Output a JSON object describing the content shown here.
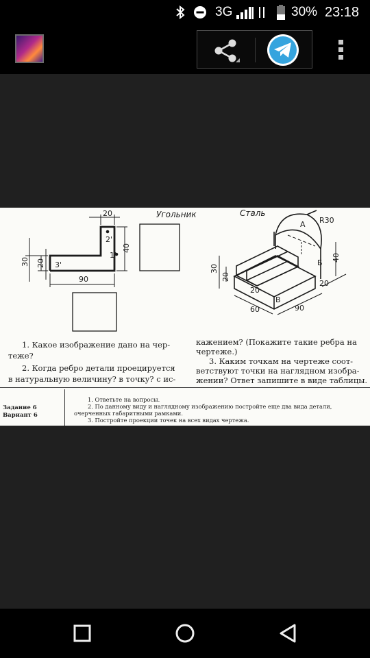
{
  "status_bar": {
    "network": "3G",
    "battery": "30%",
    "time": "23:18"
  },
  "toolbar": {
    "icons": [
      "app-icon",
      "share-icon",
      "telegram-icon",
      "overflow-menu-icon"
    ]
  },
  "drawing": {
    "title_left": "Угольник",
    "title_right": "Сталь",
    "dims_left": [
      "20",
      "2'",
      "30",
      "20",
      "3'",
      "1'",
      "40",
      "90"
    ],
    "dims_right": [
      "R30",
      "A",
      "Б",
      "40",
      "30",
      "20",
      "20",
      "В",
      "20",
      "60",
      "90"
    ]
  },
  "questions": {
    "left": [
      "1. Какое изображение дано на чер-",
      "теже?",
      "2. Когда ребро детали проецируется",
      "в натуральную величину? в точку? с ис-"
    ],
    "right": [
      "кажением? (Покажите такие ребра на",
      "чертеже.)",
      "3. Каким точкам на чертеже соот-",
      "ветствуют точки на наглядном изобра-",
      "жении? Ответ запишите в виде таблицы."
    ]
  },
  "task": {
    "label1": "Задание 6",
    "label2": "Вариант 6",
    "lines": [
      "1. Ответьте на вопросы.",
      "2. По данному виду и наглядному изображению постройте еще два вида детали,",
      "очерченных габаритными рамками.",
      "3. Постройте проекции точек на всех видах чертежа."
    ]
  }
}
